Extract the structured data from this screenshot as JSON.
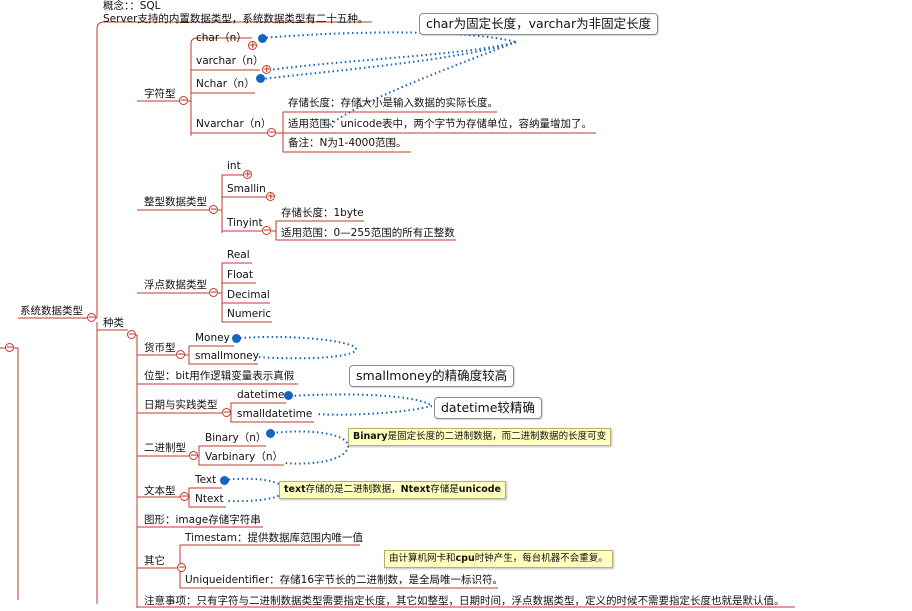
{
  "root": {
    "label": "系统数据类型",
    "concept": "概念：：SQL",
    "concept_desc": "Server支持的内置数据类型，系统数据类型有二十五种。",
    "kinds_label": "种类"
  },
  "groups": {
    "char": {
      "label": "字符型",
      "items": [
        "char（n）",
        "varchar（n）",
        "Nchar（n）",
        "Nvarchar（n）"
      ],
      "nvarchar_details": [
        "存储长度：存储大小是输入数据的实际长度。",
        "适用范围：unicode表中，两个字节为存储单位，容纳量增加了。",
        "备注：N为1-4000范围。"
      ]
    },
    "integer": {
      "label": "整型数据类型",
      "items": [
        "int",
        "Smallin",
        "Tinyint"
      ],
      "tinyint_details": [
        "存储长度：1byte",
        "适用范围：0—255范围的所有正整数"
      ]
    },
    "float": {
      "label": "浮点数据类型",
      "items": [
        "Real",
        "Float",
        "Decimal",
        "Numeric"
      ]
    },
    "money": {
      "label": "货币型",
      "items": [
        "Money",
        "smallmoney"
      ]
    },
    "bit": {
      "label": "位型：bit用作逻辑变量表示真假"
    },
    "datetime": {
      "label": "日期与实践类型",
      "items": [
        "datetime",
        "smalldatetime"
      ]
    },
    "binary": {
      "label": "二进制型",
      "items": [
        "Binary（n）",
        "Varbinary（n）"
      ]
    },
    "text": {
      "label": "文本型",
      "items": [
        "Text",
        "Ntext"
      ]
    },
    "image": {
      "label": "图形：image存储字符串"
    },
    "other": {
      "label": "其它",
      "items": [
        "Timestam：提供数据库范围内唯一值",
        "Uniqueidentifier：存储16字节长的二进制数，是全局唯一标识符。"
      ]
    },
    "notice": {
      "label": "注意事项：只有字符与二进制数据类型需要指定长度，其它如整型，日期时间，浮点数据类型，定义的时候不需要指定长度也就是默认值。"
    }
  },
  "callouts": {
    "char_varchar": "char为固定长度，varchar为非固定长度",
    "smallmoney": "smallmoney的精确度较高",
    "datetime": "datetime较精确"
  },
  "notes": {
    "binary_bold": "Binary",
    "binary_rest": "是固定长度的二进制数据，而二进制数据的长度可变",
    "text_bold1": "text",
    "text_mid": "存储的是二进制数据，",
    "text_bold2": "Ntext",
    "text_mid2": "存储是",
    "text_bold3": "unicode",
    "clock_pre": "由计算机网卡和",
    "clock_bold": "cpu",
    "clock_rest": "时钟产生，每台机器不会重复。"
  },
  "colors": {
    "branch": "#c0392b",
    "relationship": "#1565c0",
    "note_bg": "#ffffc0"
  }
}
